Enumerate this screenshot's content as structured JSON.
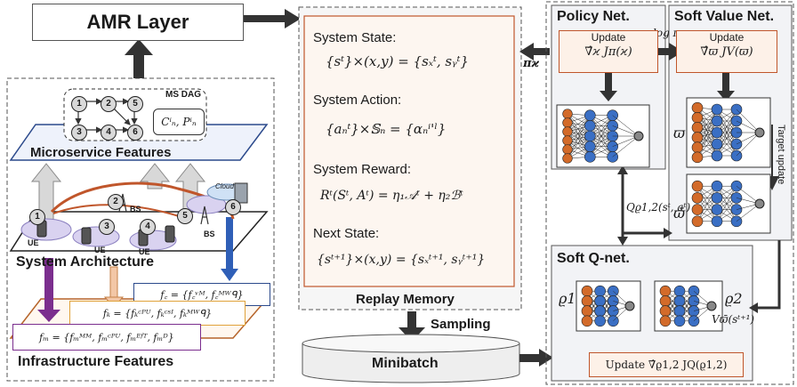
{
  "amr_layer": {
    "title": "AMR Layer"
  },
  "left_panel": {
    "ms_dag_label": "MS DAG",
    "dag_nodes": [
      "1",
      "2",
      "5",
      "3",
      "4",
      "6"
    ],
    "task_params": "Cⁱₙ, Pⁱₙ",
    "microservice_features": "Microservice Features",
    "system_architecture": "System Architecture",
    "infrastructure_features": "Infrastructure Features",
    "arch_nodes": [
      "1",
      "2",
      "3",
      "4",
      "5",
      "6"
    ],
    "ue_label": "UE",
    "bs_label": "BS",
    "cloud_label": "Cloud",
    "fc": "f꜀ = {f꜀ᵛᴹ, f꜀ᴹᵂᑫ}",
    "fk": "fₖ = {fₖᶜᴾᵁ, fₖᶜˢᴵ, fₖᴹᵂᑫ}",
    "fm": "fₘ = {fₘᴹᴹ, fₘᶜᴾᵁ, fₘᴱᶠᵀ, fₘᴰ}"
  },
  "replay_memory": {
    "title": "Replay Memory",
    "state_label": "System State:",
    "state_eq": "{sᵗ}×(x,y) = {sₓᵗ, sᵧᵗ}",
    "action_label": "System Action:",
    "action_eq": "{aₙᵗ}×𝕊ₙ = {αₙⁱ'ˡ}",
    "reward_label": "System Reward:",
    "reward_eq": "Rᵗ(Sᵗ, Aᵗ) = η₁𝒜ᵗ + η₂ℬᵗ",
    "next_label": "Next State:",
    "next_eq": "{sᵗ⁺¹}×(x,y) = {sₓᵗ⁺¹, sᵧᵗ⁺¹}"
  },
  "sampling_label": "Sampling",
  "minibatch_label": "Minibatch",
  "policy_net": {
    "title": "Policy Net.",
    "update_label": "Update",
    "update_eq": "∇̂ϰ Jπ(ϰ)"
  },
  "soft_value_net": {
    "title": "Soft Value Net.",
    "update_label": "Update",
    "update_eq": "∇̂ϖ JV(ϖ)",
    "net1_label": "ϖ",
    "net2_label": "ϖ̄",
    "target_update": "Target update"
  },
  "soft_q_net": {
    "title": "Soft Q-net.",
    "update_eq": "Update ∇̂ϱ1,2 JQ(ϱ1,2)",
    "rho1": "ϱ1",
    "rho2": "ϱ2"
  },
  "arrows": {
    "pi": "πϰ",
    "log_pi": "log πϰ",
    "q_label": "Qϱ1,2(sᵗ, aᵗ)",
    "v_label": "Vϖ̄(sᵗ⁺¹)"
  },
  "colors": {
    "accent": "#c0562b",
    "node_blue": "#3a6fc4",
    "node_orange": "#d36b2a",
    "panel_bg": "#f2f3f6"
  }
}
